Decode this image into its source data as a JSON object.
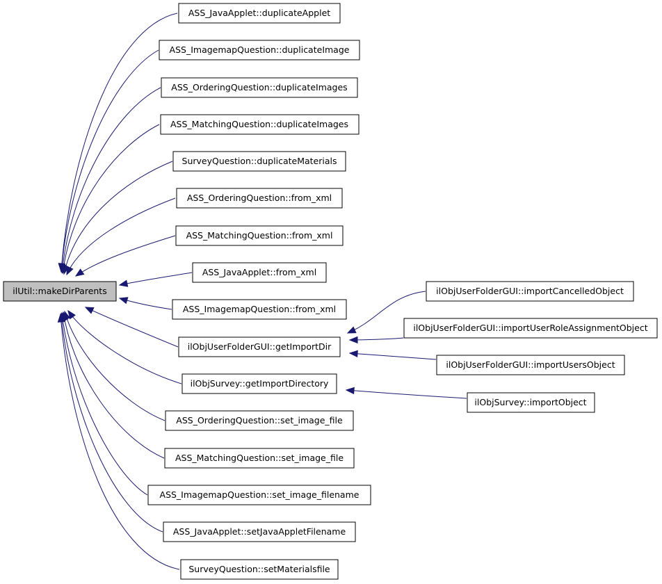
{
  "graph": {
    "colors": {
      "edge": "#191970",
      "root_fill": "#bfbfbf",
      "node_fill": "#ffffff",
      "border": "#000000"
    },
    "nodes": {
      "root": "ilUtil::makeDirParents",
      "n1": "ASS_JavaApplet::duplicateApplet",
      "n2": "ASS_ImagemapQuestion::duplicateImage",
      "n3": "ASS_OrderingQuestion::duplicateImages",
      "n4": "ASS_MatchingQuestion::duplicateImages",
      "n5": "SurveyQuestion::duplicateMaterials",
      "n6": "ASS_OrderingQuestion::from_xml",
      "n7": "ASS_MatchingQuestion::from_xml",
      "n8": "ASS_JavaApplet::from_xml",
      "n9": "ASS_ImagemapQuestion::from_xml",
      "n10": "ilObjUserFolderGUI::getImportDir",
      "n11": "ilObjSurvey::getImportDirectory",
      "n12": "ASS_OrderingQuestion::set_image_file",
      "n13": "ASS_MatchingQuestion::set_image_file",
      "n14": "ASS_ImagemapQuestion::set_image_filename",
      "n15": "ASS_JavaApplet::setJavaAppletFilename",
      "n16": "SurveyQuestion::setMaterialsfile",
      "r1": "ilObjUserFolderGUI::importCancelledObject",
      "r2": "ilObjUserFolderGUI::importUserRoleAssignmentObject",
      "r3": "ilObjUserFolderGUI::importUsersObject",
      "r4": "ilObjSurvey::importObject"
    },
    "edges": [
      [
        "n1",
        "root"
      ],
      [
        "n2",
        "root"
      ],
      [
        "n3",
        "root"
      ],
      [
        "n4",
        "root"
      ],
      [
        "n5",
        "root"
      ],
      [
        "n6",
        "root"
      ],
      [
        "n7",
        "root"
      ],
      [
        "n8",
        "root"
      ],
      [
        "n9",
        "root"
      ],
      [
        "n10",
        "root"
      ],
      [
        "n11",
        "root"
      ],
      [
        "n12",
        "root"
      ],
      [
        "n13",
        "root"
      ],
      [
        "n14",
        "root"
      ],
      [
        "n15",
        "root"
      ],
      [
        "n16",
        "root"
      ],
      [
        "r1",
        "n10"
      ],
      [
        "r2",
        "n10"
      ],
      [
        "r3",
        "n10"
      ],
      [
        "r4",
        "n11"
      ]
    ]
  }
}
